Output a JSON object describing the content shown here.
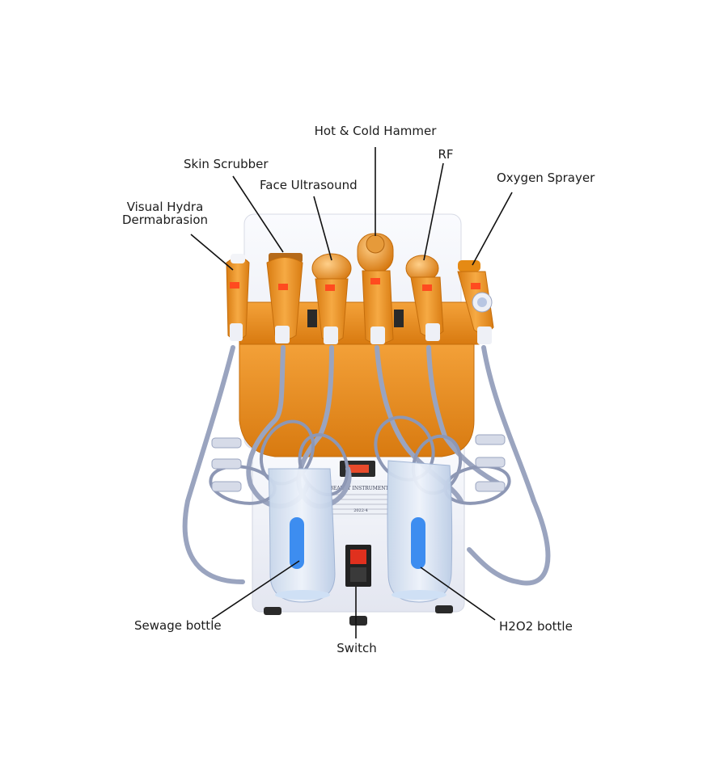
{
  "labels": {
    "hot_cold_hammer": "Hot & Cold Hammer",
    "rf": "RF",
    "skin_scrubber": "Skin Scrubber",
    "face_ultrasound": "Face Ultrasound",
    "oxygen_sprayer": "Oxygen Sprayer",
    "visual_hydra_line1": "Visual Hydra",
    "visual_hydra_line2": "Dermabrasion",
    "sewage_bottle": "Sewage bottle",
    "h2o2_bottle": "H2O2 bottle",
    "switch": "Switch"
  },
  "device_panel": {
    "line1": "BEAUTY INSTRUMENT",
    "line2": "2022-4"
  },
  "colors": {
    "body_white": "#f4f5fa",
    "accent_orange": "#e58a14",
    "handle_orange": "#ef9a2a",
    "cable": "#9aa4bf",
    "bottle_blue": "#3d8df0",
    "switch_red": "#e0301e",
    "leader": "#111111"
  }
}
